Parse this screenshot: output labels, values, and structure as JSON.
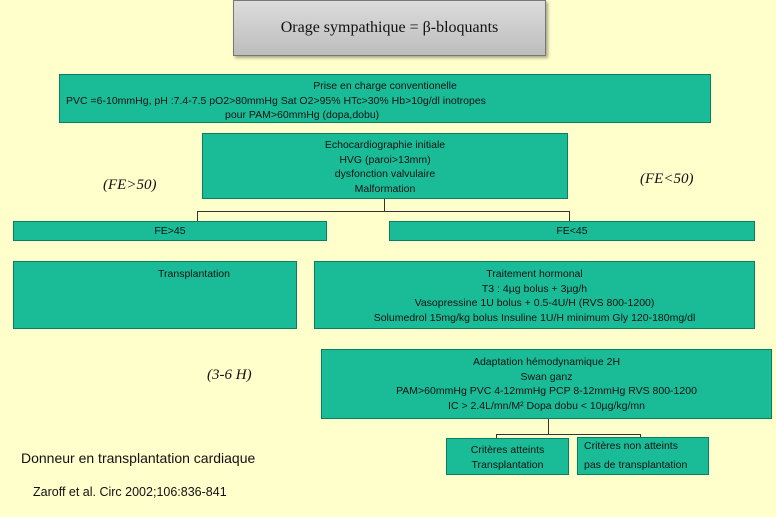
{
  "title": "Orage sympathique = β-bloquants",
  "nodes": {
    "prise": [
      "Prise en charge conventionelle",
      "PVC =6-10mmHg, pH :7.4-7.5 pO2>80mmHg Sat O2>95% HTc>30% Hb>10g/dl inotropes",
      "pour PAM>60mmHg (dopa,dobu)"
    ],
    "echo": [
      "Echocardiographie initiale",
      "HVG (paroi>13mm)",
      "dysfonction valvulaire",
      "Malformation"
    ],
    "fe_high": "FE>45",
    "fe_low": "FE<45",
    "transplant_left": "Transplantation",
    "hormonal": [
      "Traitement hormonal",
      "T3 : 4µg bolus + 3µg/h",
      "Vasopressine 1U bolus + 0.5-4U/H (RVS 800-1200)",
      "Solumedrol 15mg/kg bolus Insuline 1U/H minimum Gly 120-180mg/dl"
    ],
    "adaptation": [
      "Adaptation hémodynamique 2H",
      "Swan ganz",
      "PAM>60mmHg PVC 4-12mmHg PCP 8-12mmHg RVS 800-1200",
      "IC > 2.4L/mn/M² Dopa dobu < 10µg/kg/mn"
    ],
    "criteres_ok": [
      "Critères atteints",
      "Transplantation"
    ],
    "criteres_ko": [
      "Critères non atteints",
      "pas de transplantation"
    ]
  },
  "notes": {
    "fe_gt_50": "(FE>50)",
    "fe_lt_50": "(FE<50)",
    "duration": "(3-6 H)"
  },
  "footer": {
    "caption": "Donneur en transplantation cardiaque",
    "citation": "Zaroff et al. Circ 2002;106:836-841"
  },
  "colors": {
    "box_fill": "#1abc98",
    "background": "#ffffcc"
  }
}
